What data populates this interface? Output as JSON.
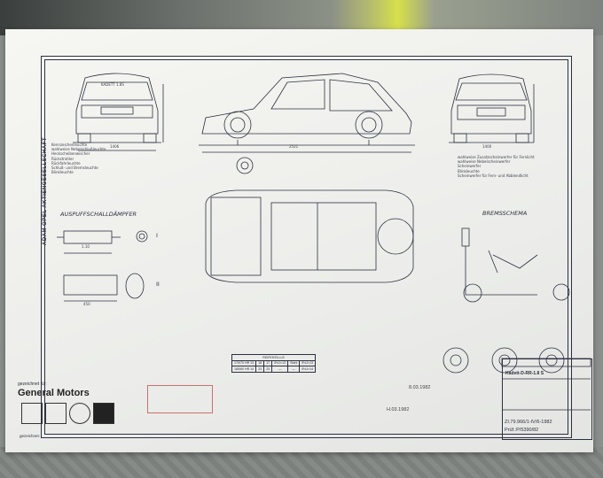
{
  "poster": {
    "side_title": "ADAM OPEL AKTIENGESELLSCHAFT",
    "view_top_label": "AUSPUFFSCHALLDÄMPFER",
    "view_brake_label": "BREMSSCHEMA",
    "gezeichnet_fuer": "gezeichnet für:",
    "company": "General Motors",
    "gezeichnet": "gezeichnet:",
    "model_text": "KADETT 1.8S",
    "dim_wheelbase": "2521",
    "dim_track_front": "1400",
    "dim_track_rear": "1406",
    "dim_length": "450",
    "dim_muffler": "1.10",
    "reifen_title": "REIFENTA LLE",
    "titleblock_name": "Kadett-D-RR-1.8 S",
    "ref_line1": "ZI.79.966/1-IV/6-1982",
    "ref_line2": "Prüf.:P/5390/82",
    "stamp_date1": "8.03.1982",
    "stamp_date2": "H.03.1982",
    "roman_1": "I",
    "roman_2": "II"
  },
  "notes_left": [
    "Kennzeichenleuchte",
    "wahlweise Nebelschlußleuchte",
    "Heckscheibenwischer",
    "Rückstrahler",
    "Rückfahrleuchte",
    "Schluß- und Bremsleuchte",
    "Blinkleuchte"
  ],
  "notes_right": [
    "wahlweise Zusatzscheinwerfer für Fernlicht",
    "wahlweise Nebelscheinwerfer",
    "Scheinwerfer",
    "Blinkleuchte",
    "Scheinwerfer für Fern- und Abblendlicht"
  ],
  "tire_rows": [
    [
      "175/70 HR 13",
      "18",
      "17",
      "5½J×13",
      "Stahl",
      "5½J×13"
    ],
    [
      "185/60 HR 14",
      "23",
      "23",
      "—",
      "—",
      "5½J×14"
    ]
  ],
  "colors": {
    "ink": "#2c3040",
    "paper": "#f2f2ee",
    "stamp": "#c25a5a"
  }
}
